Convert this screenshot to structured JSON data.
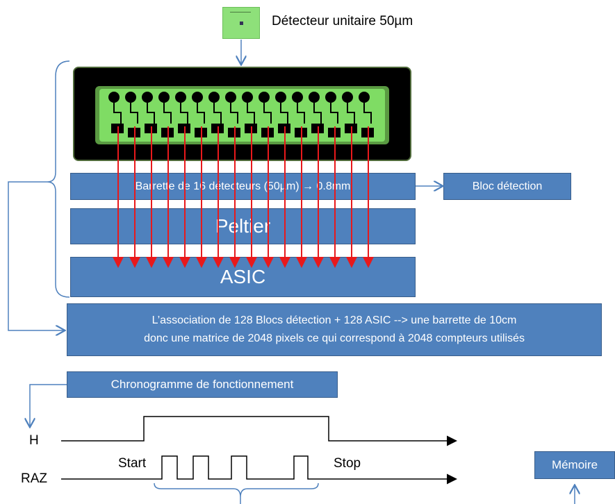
{
  "detector_unit": {
    "label": "Détecteur unitaire 50µm"
  },
  "strip_box": {
    "label": "Barrette de 16 détecteurs (50µm) → 0.8mm"
  },
  "bloc_detection": {
    "label": "Bloc détection"
  },
  "peltier": {
    "label": "Peltier"
  },
  "asic": {
    "label": "ASIC"
  },
  "association": {
    "line1": "L’association de 128 Blocs détection + 128 ASIC --> une barrette de  10cm",
    "line2": "donc une matrice de 2048 pixels ce qui correspond à 2048 compteurs utilisés"
  },
  "chronogram": {
    "title": "Chronogramme de fonctionnement",
    "signal_h": "H",
    "signal_raz": "RAZ",
    "start_label": "Start",
    "stop_label": "Stop"
  },
  "memory": {
    "label": "Mémoire"
  },
  "colors": {
    "box_fill": "#4f81bd",
    "box_border": "#385d8a",
    "chip_bg": "#000000",
    "chip_green": "#7fdc64",
    "arrow_red": "#e8191b",
    "bracket": "#4f81bd"
  }
}
